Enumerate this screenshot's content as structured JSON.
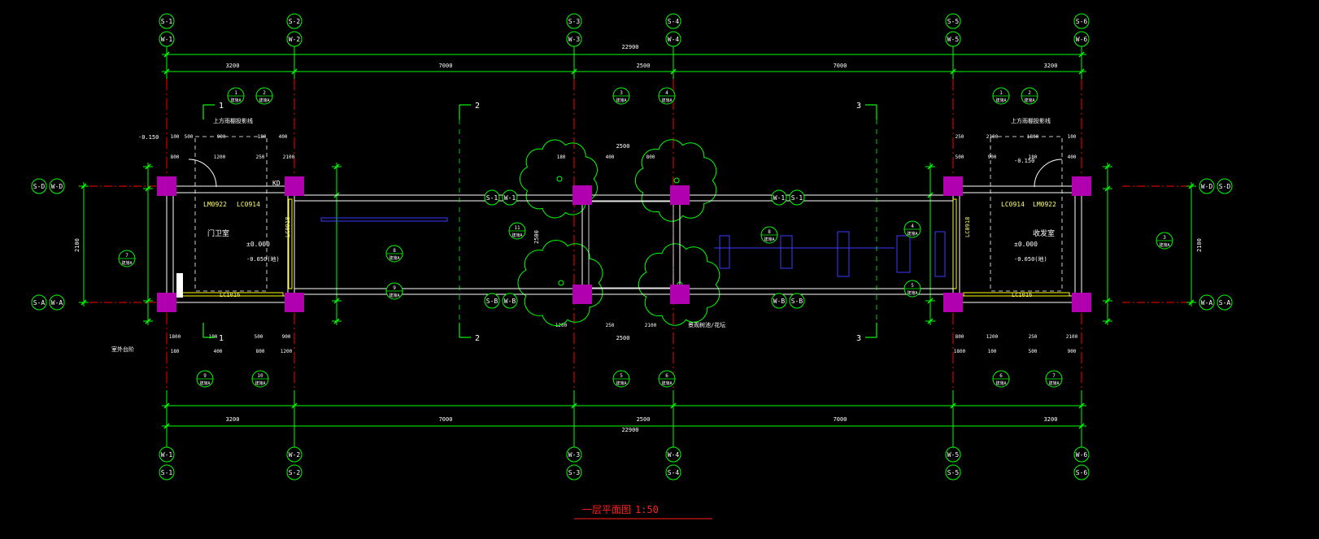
{
  "drawing": {
    "title": "一层平面图",
    "scale": "1:50",
    "colors": {
      "background": "#000000",
      "dimension": "#00ff00",
      "wall": "#ffffff",
      "column": "#b000b0",
      "axis_line": "#ff0000",
      "section": "#00ff00",
      "window": "#ffff00",
      "furniture": "#3c3cff",
      "text": "#ffffff",
      "title_text": "#ff2020",
      "tree": "#00ff00"
    },
    "axes_top": [
      {
        "upper": "S-1",
        "lower": "W-1"
      },
      {
        "upper": "S-2",
        "lower": "W-2"
      },
      {
        "upper": "S-3",
        "lower": "W-3"
      },
      {
        "upper": "S-4",
        "lower": "W-4"
      },
      {
        "upper": "S-5",
        "lower": "W-5"
      },
      {
        "upper": "S-6",
        "lower": "W-6"
      }
    ],
    "axes_bottom": [
      {
        "upper": "W-1",
        "lower": "S-1"
      },
      {
        "upper": "W-2",
        "lower": "S-2"
      },
      {
        "upper": "W-3",
        "lower": "S-3"
      },
      {
        "upper": "W-4",
        "lower": "S-4"
      },
      {
        "upper": "W-5",
        "lower": "S-5"
      },
      {
        "upper": "W-6",
        "lower": "S-6"
      }
    ],
    "axes_left": [
      {
        "a": "S-D",
        "b": "W-D"
      },
      {
        "a": "S-A",
        "b": "W-A"
      }
    ],
    "axes_right": [
      {
        "a": "W-D",
        "b": "S-D"
      },
      {
        "a": "W-A",
        "b": "S-A"
      }
    ],
    "axes_center_left": [
      {
        "a": "S-1",
        "b": "W-1"
      },
      {
        "a": "S-B",
        "b": "W-B"
      }
    ],
    "axes_center_right": [
      {
        "a": "W-1",
        "b": "S-1"
      },
      {
        "a": "W-B",
        "b": "S-B"
      }
    ],
    "overall_dimension": "22900",
    "segment_dimensions": [
      "3200",
      "7000",
      "2500",
      "7000",
      "3200"
    ],
    "left_building": {
      "room_name": "门卫室",
      "door_code": "LM0922",
      "window_code": "LC0914",
      "window_bottom": "LC1016",
      "window_side": "LC0918",
      "level": "±0.000",
      "level2": "-0.050(地)",
      "note_top": "上方雨棚投影线",
      "note_level": "-0.150",
      "note_bottom": "室外台阶",
      "width_dim": "2100",
      "mark": "KD"
    },
    "right_building": {
      "room_name": "收发室",
      "door_code": "LM0922",
      "window_code": "LC0914",
      "window_bottom": "LC1016",
      "window_side": "LC0918",
      "level": "±0.000",
      "level2": "-0.050(地)",
      "note_top": "上方雨棚投影线",
      "note_level": "-0.150",
      "width_dim": "2100"
    },
    "center": {
      "dim_top": "2500",
      "dim_bottom": "2500",
      "dim_side": "2500",
      "note": "景观树池/花坛"
    },
    "sections": [
      "1",
      "1",
      "2",
      "2",
      "3",
      "3"
    ],
    "detail_tags": [
      {
        "num": "1",
        "ref": "建施A"
      },
      {
        "num": "2",
        "ref": "建施A"
      },
      {
        "num": "3",
        "ref": "建施A"
      },
      {
        "num": "4",
        "ref": "建施A"
      },
      {
        "num": "5",
        "ref": "建施A"
      },
      {
        "num": "6",
        "ref": "建施A"
      },
      {
        "num": "7",
        "ref": "建施A"
      },
      {
        "num": "8",
        "ref": "建施A"
      },
      {
        "num": "9",
        "ref": "建施A"
      },
      {
        "num": "10",
        "ref": "建施A"
      },
      {
        "num": "11",
        "ref": "建施A"
      }
    ],
    "small_dims": [
      "100",
      "500",
      "900",
      "180",
      "400",
      "800",
      "1200",
      "250",
      "2100",
      "1800"
    ]
  }
}
